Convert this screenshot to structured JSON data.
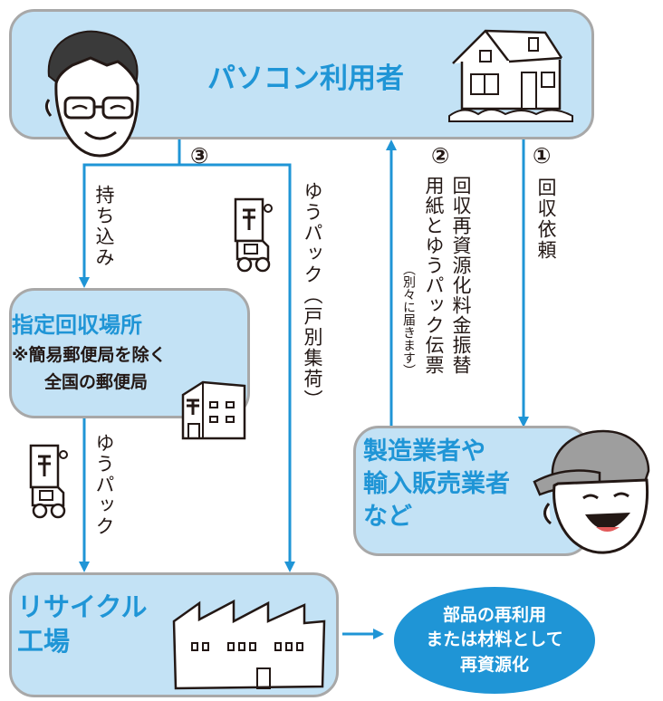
{
  "user_box": {
    "title": "パソコン利用者"
  },
  "steps": {
    "step1": {
      "number": "①",
      "label": "回収依頼"
    },
    "step2": {
      "number": "②",
      "label_line1": "回収再資源化料金振替",
      "label_line2": "用紙とゆうパック伝票",
      "note": "（別々に届きます）"
    },
    "step3": {
      "number": "③"
    }
  },
  "paths": {
    "carry_in": "持ち込み",
    "yupack_home": "ゆうパック（戸別集荷）",
    "yupack_transfer": "ゆうパック"
  },
  "collection_box": {
    "title": "指定回収場所",
    "note_line1": "※簡易郵便局を除く",
    "note_line2": "全国の郵便局"
  },
  "manufacturer_box": {
    "line1": "製造業者や",
    "line2": "輸入販売業者",
    "line3": "など"
  },
  "recycle_box": {
    "line1": "リサイクル",
    "line2": "工場"
  },
  "result": {
    "line1": "部品の再利用",
    "line2": "または材料として",
    "line3": "再資源化"
  },
  "colors": {
    "arrow": "#1f95d6",
    "box_fill": "#c3e2f5",
    "title": "#1f95d6",
    "border": "#a8a8a8"
  }
}
